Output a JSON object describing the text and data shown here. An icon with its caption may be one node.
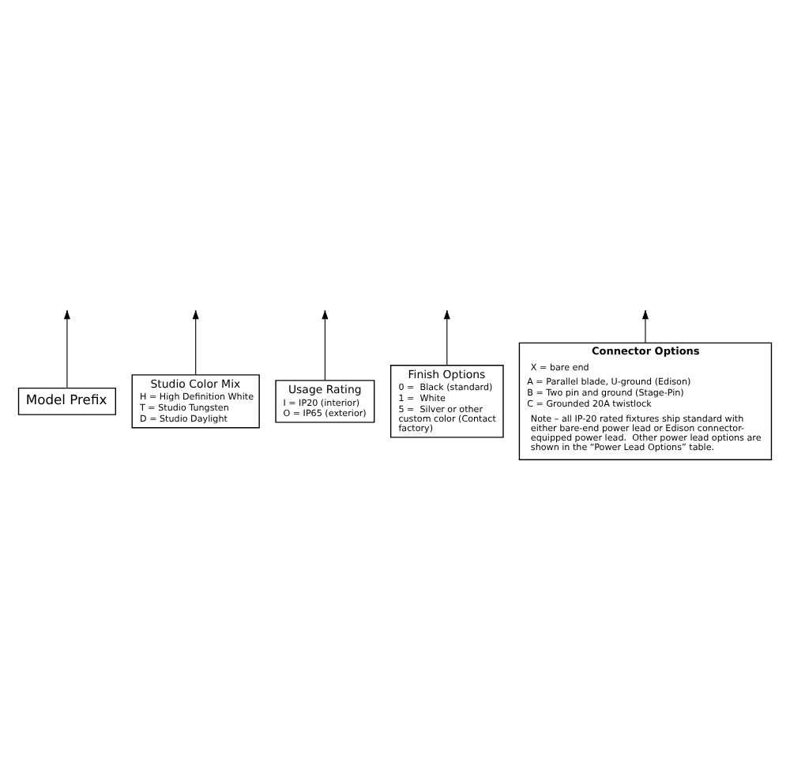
{
  "diagram": {
    "nodes": [
      {
        "text": [
          "Model Prefix"
        ]
      },
      {
        "text": [
          "Studio Color Mix",
          "H = High Definition White",
          "T = Studio Tungsten",
          "D = Studio Daylight"
        ]
      },
      {
        "text": [
          "Usage Rating",
          "I = IP20 (interior)",
          "O = IP65 (exterior)"
        ]
      },
      {
        "text": [
          "Finish Options",
          "0 =  Black (standard)",
          "1 =  White",
          "5 =  Silver or other custom color (Contact factory)"
        ]
      },
      {
        "text": [
          "Connector Options",
          "X = bare end",
          "A = Parallel blade, U-ground (Edison)",
          "B = Two pin and ground (Stage-Pin)",
          "C = Grounded 20A twistlock",
          "Note – all IP-20 rated fixtures ship standard with either bare-end power lead or Edison connector-equipped power lead.  Other power lead options are shown in the “Power Lead Options” table."
        ]
      }
    ],
    "edges": [
      {
        "from": 0,
        "to": null,
        "arrow": "to"
      },
      {
        "from": 1,
        "to": null,
        "arrow": "to"
      },
      {
        "from": 2,
        "to": null,
        "arrow": "to"
      },
      {
        "from": 3,
        "to": null,
        "arrow": "to"
      },
      {
        "from": 4,
        "to": null,
        "arrow": "to"
      }
    ]
  }
}
